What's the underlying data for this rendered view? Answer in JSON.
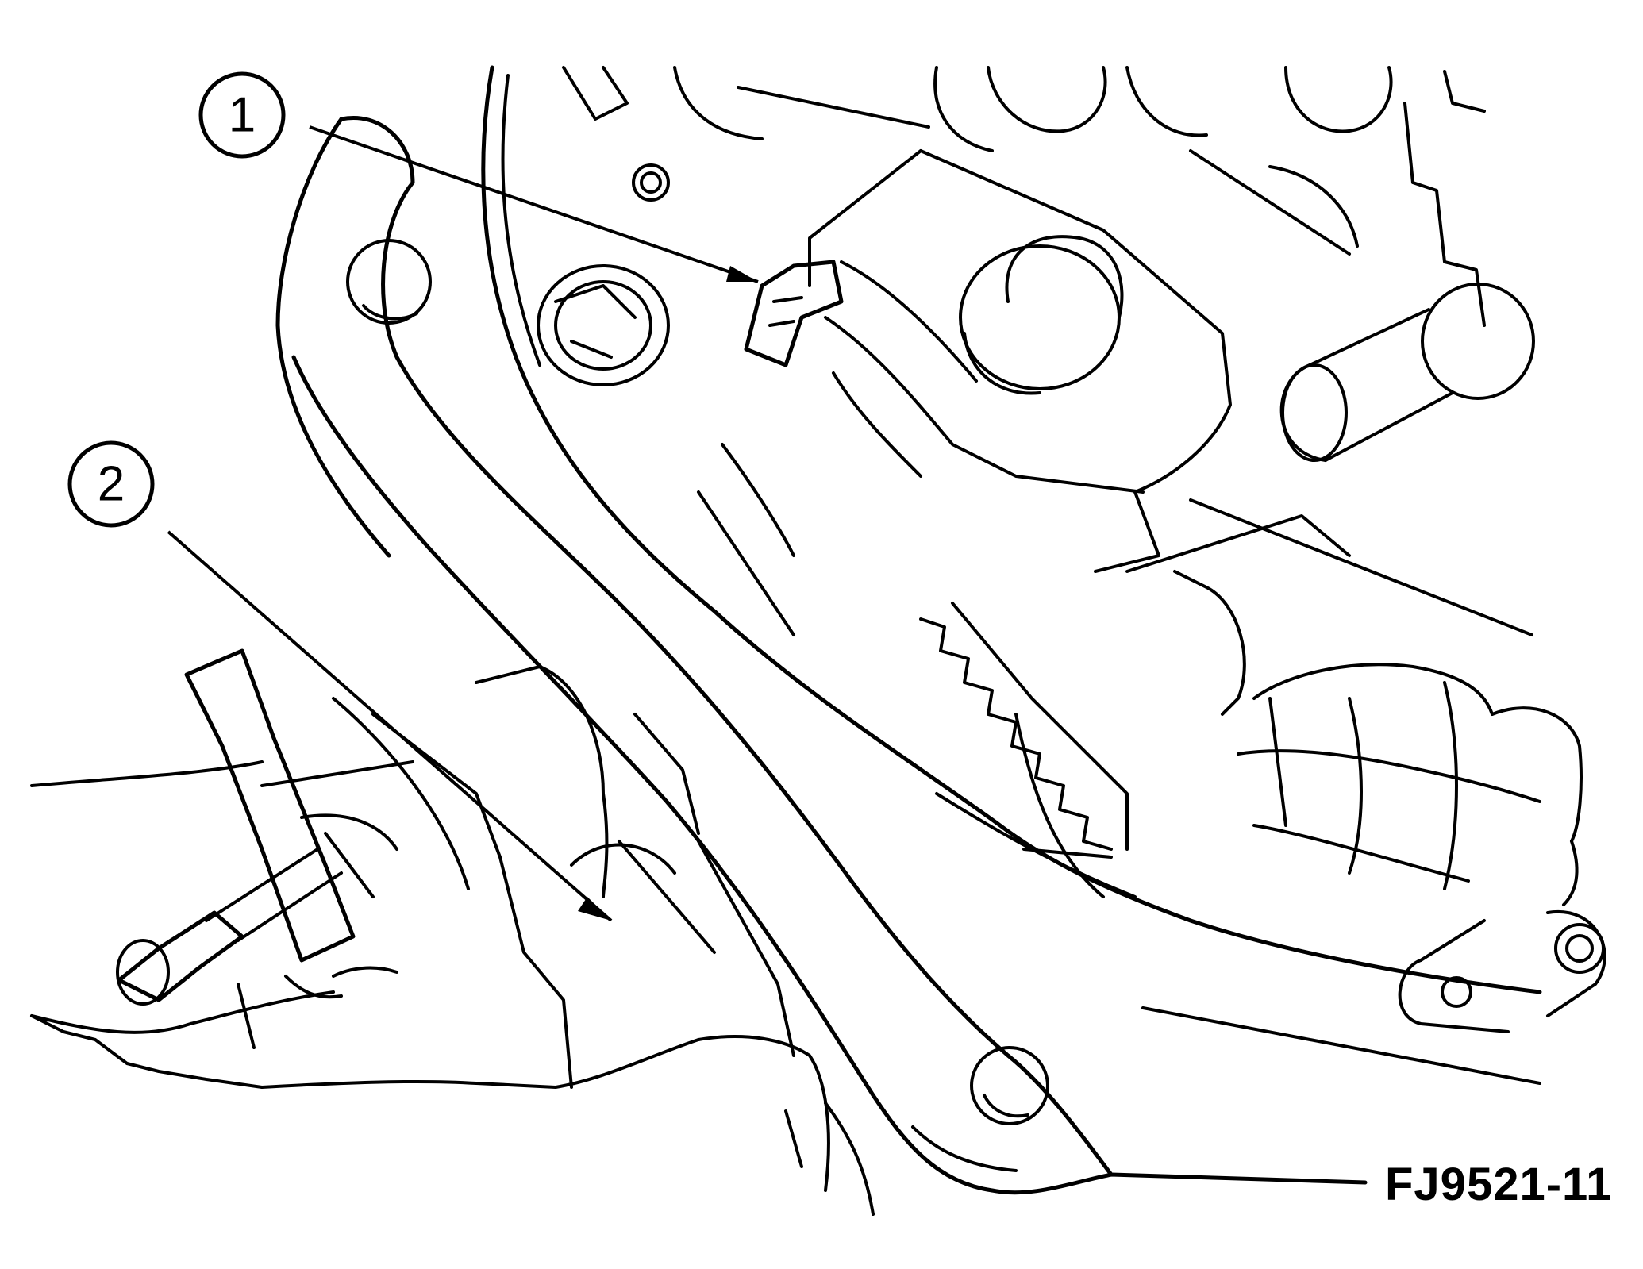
{
  "callouts": [
    {
      "label": "1"
    },
    {
      "label": "2"
    }
  ],
  "figure_id": "FJ9521-11",
  "colors": {
    "ink": "#000000",
    "paper": "#ffffff"
  }
}
